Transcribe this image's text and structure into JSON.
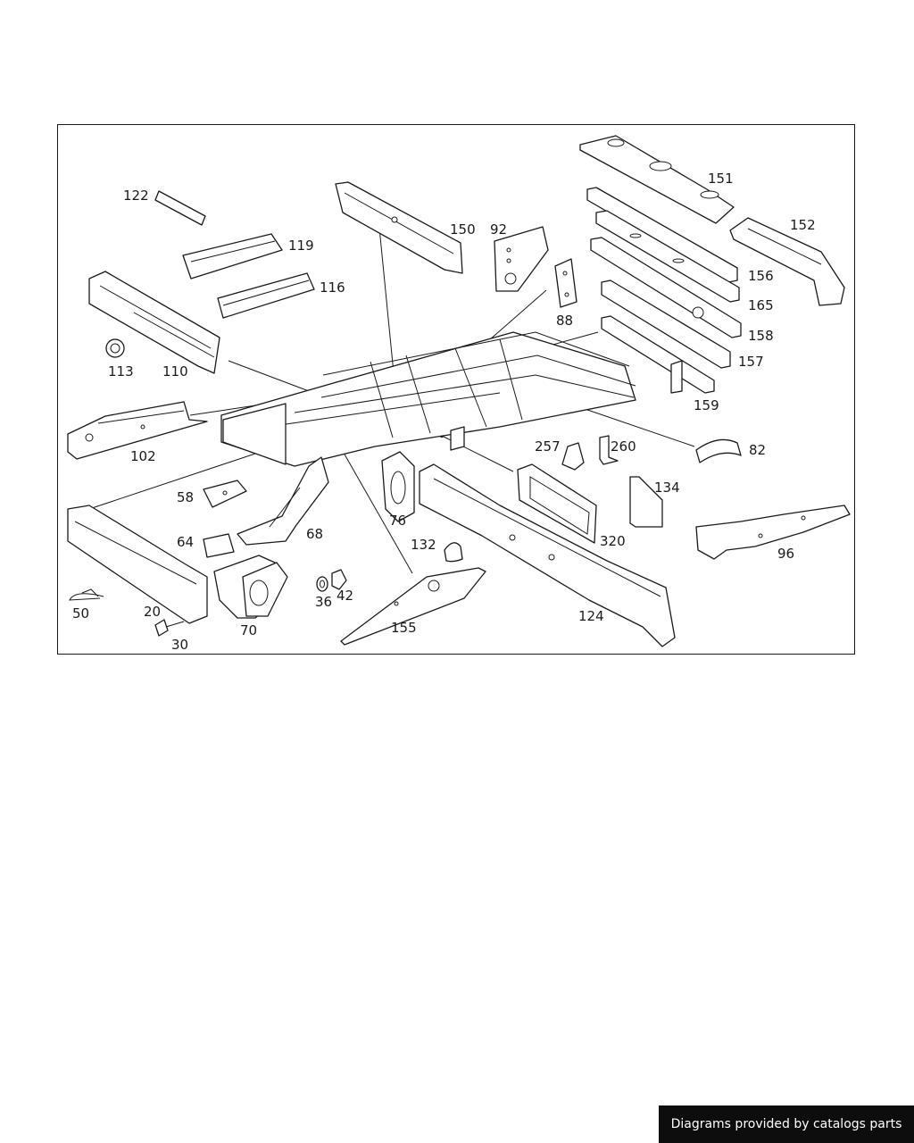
{
  "diagram": {
    "labels": [
      "122",
      "119",
      "116",
      "113",
      "110",
      "150",
      "92",
      "88",
      "151",
      "152",
      "156",
      "165",
      "158",
      "157",
      "159",
      "102",
      "58",
      "64",
      "68",
      "76",
      "257",
      "260",
      "82",
      "134",
      "132",
      "320",
      "96",
      "50",
      "20",
      "30",
      "70",
      "36",
      "42",
      "155",
      "124"
    ]
  },
  "footer": {
    "credit": "Diagrams provided by catalogs parts"
  }
}
